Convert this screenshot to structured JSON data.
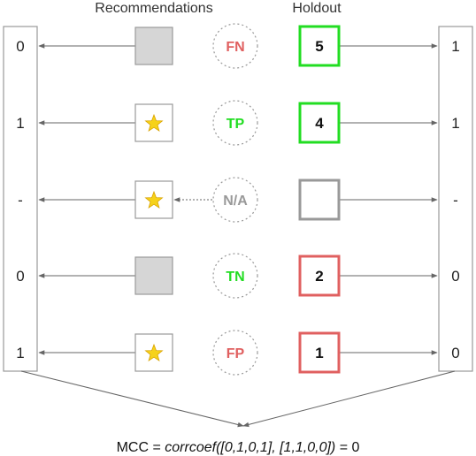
{
  "headers": {
    "recommendations": "Recommendations",
    "holdout": "Holdout"
  },
  "colors": {
    "green": "#22dd22",
    "red": "#e06060",
    "gray": "#999999",
    "fill_gray": "#d6d6d6",
    "star": "#f6d21a"
  },
  "rows": [
    {
      "left_value": "0",
      "recommended": false,
      "outcome": "FN",
      "outcome_color": "red",
      "holdout_rating": "5",
      "holdout_color": "green",
      "right_value": "1"
    },
    {
      "left_value": "1",
      "recommended": true,
      "outcome": "TP",
      "outcome_color": "green",
      "holdout_rating": "4",
      "holdout_color": "green",
      "right_value": "1"
    },
    {
      "left_value": "-",
      "recommended": true,
      "outcome": "N/A",
      "outcome_color": "gray",
      "holdout_rating": "",
      "holdout_color": "gray",
      "right_value": "-"
    },
    {
      "left_value": "0",
      "recommended": false,
      "outcome": "TN",
      "outcome_color": "green",
      "holdout_rating": "2",
      "holdout_color": "red",
      "right_value": "0"
    },
    {
      "left_value": "1",
      "recommended": true,
      "outcome": "FP",
      "outcome_color": "red",
      "holdout_rating": "1",
      "holdout_color": "red",
      "right_value": "0"
    }
  ],
  "formula": {
    "prefix": "MCC = ",
    "expression": "corrcoef([0,1,0,1], [1,1,0,0])",
    "suffix": " = 0"
  }
}
